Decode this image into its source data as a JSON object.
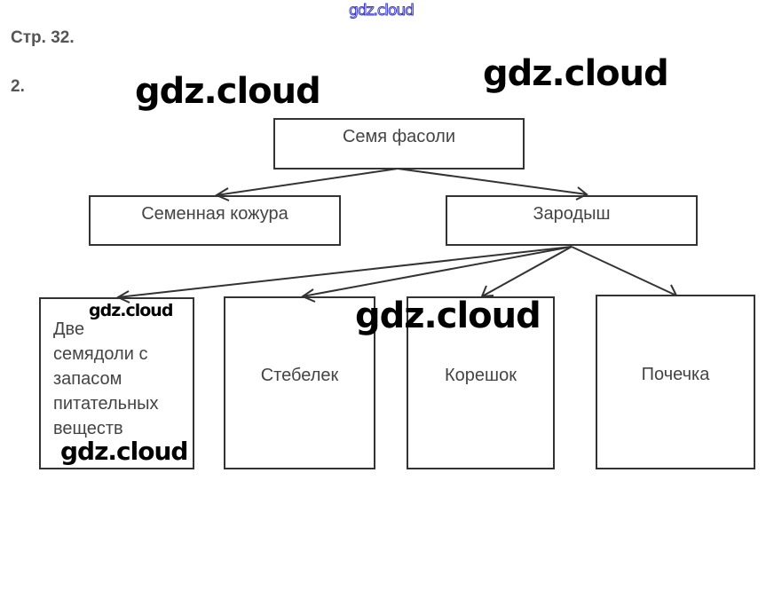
{
  "header": {
    "watermark_top": "gdz.cloud",
    "page_ref": "Стр. 32.",
    "task_number": "2."
  },
  "watermarks": [
    "gdz.cloud",
    "gdz.cloud",
    "gdz.cloud",
    "gdz.cloud",
    "gdz.cloud"
  ],
  "diagram": {
    "root": "Семя фасоли",
    "level1": [
      "Семенная кожура",
      "Зародыш"
    ],
    "level2": [
      "Две\nсемядоли с\nзапасом\nпитательных\nвеществ",
      "Стебелек",
      "Корешок",
      "Почечка"
    ],
    "line_color": "#333333",
    "text_color": "#444444"
  }
}
